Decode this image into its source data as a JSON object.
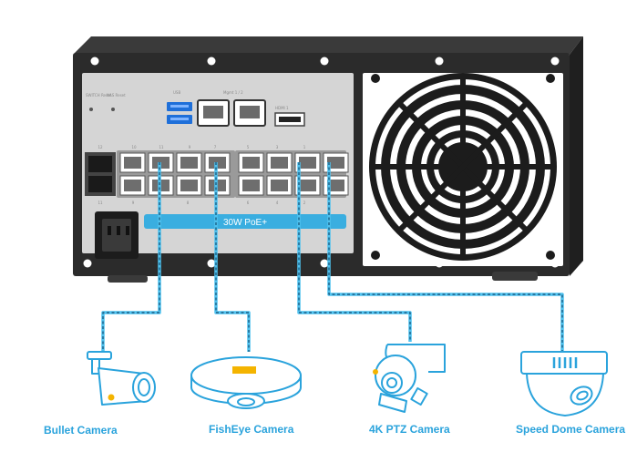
{
  "device": {
    "poe_label": "30W PoE+",
    "io_labels": {
      "switch_reset": "SWITCH Reset",
      "nas_reset": "NAS Reset",
      "usb": "USB",
      "mgmt": "Mgmt 1 / 2",
      "hdmi": "HDMI 1"
    },
    "port_numbers_top": [
      "12",
      "10",
      "11",
      "9",
      "7",
      "5",
      "3",
      "1"
    ],
    "port_numbers_bottom": [
      "11",
      "9",
      "8",
      "6",
      "4",
      "2"
    ]
  },
  "cameras": [
    {
      "label": "Bullet Camera",
      "icon": "bullet-camera-icon"
    },
    {
      "label": "FishEye Camera",
      "icon": "fisheye-camera-icon"
    },
    {
      "label": "4K PTZ Camera",
      "icon": "ptz-camera-icon"
    },
    {
      "label": "Speed Dome Camera",
      "icon": "speed-dome-camera-icon"
    }
  ],
  "colors": {
    "accent": "#2aa3dc",
    "poe_bar": "#3aaee0",
    "chassis_dark": "#2a2a2a",
    "panel": "#d6d6d6",
    "cable_dash": "#1c5f85",
    "camera_yellow": "#f4b400"
  }
}
